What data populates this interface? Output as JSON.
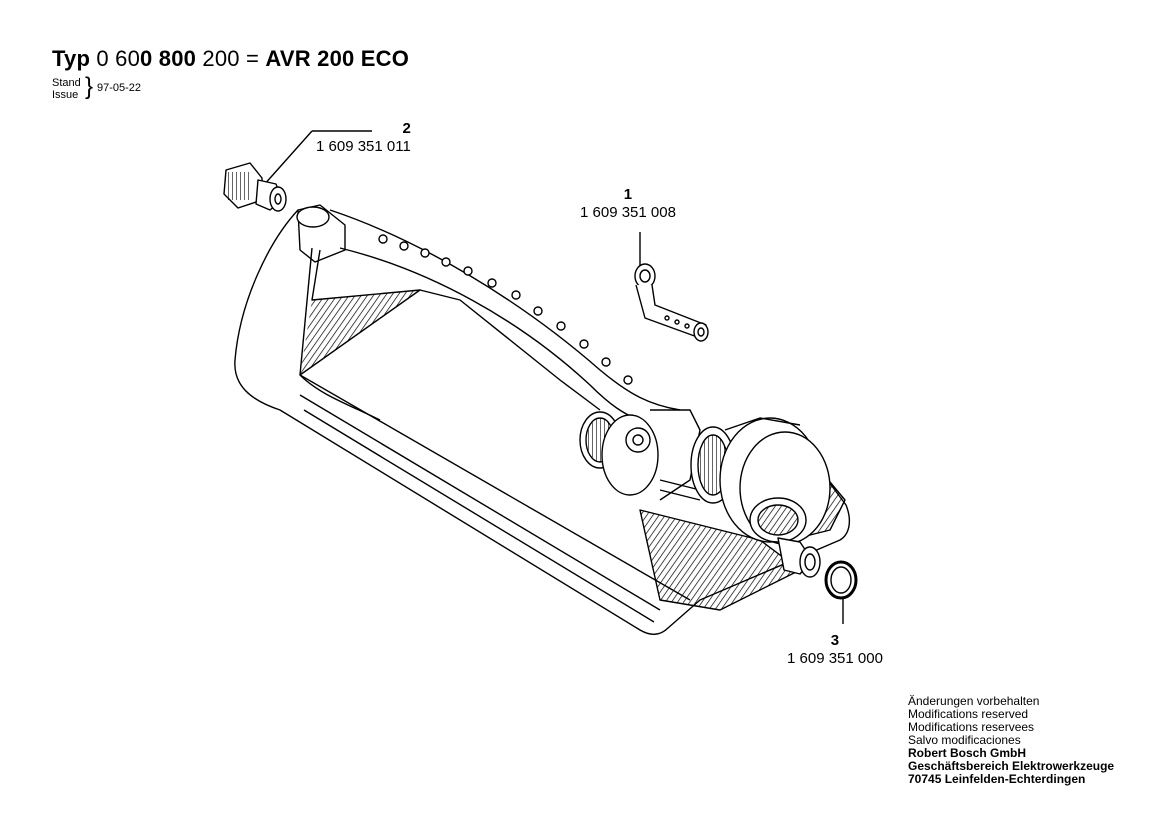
{
  "header": {
    "typ_label": "Typ",
    "part_no_prefix": "0 60",
    "part_no_bold": "0 800",
    "part_no_suffix": "200",
    "equals": "=",
    "model": "AVR 200 ECO"
  },
  "issue": {
    "stand_label": "Stand",
    "issue_label": "Issue",
    "date": "97-05-22"
  },
  "parts": [
    {
      "number": "1",
      "code": "1 609 351 008"
    },
    {
      "number": "2",
      "code": "1 609 351 011"
    },
    {
      "number": "3",
      "code": "1 609 351 000"
    }
  ],
  "footer": {
    "lines": [
      "Änderungen vorbehalten",
      "Modifications reserved",
      "Modifications reservees",
      "Salvo modificaciones"
    ],
    "bold_lines": [
      "Robert Bosch GmbH",
      "Geschäftsbereich Elektrowerkzeuge",
      "70745 Leinfelden-Echterdingen"
    ]
  }
}
